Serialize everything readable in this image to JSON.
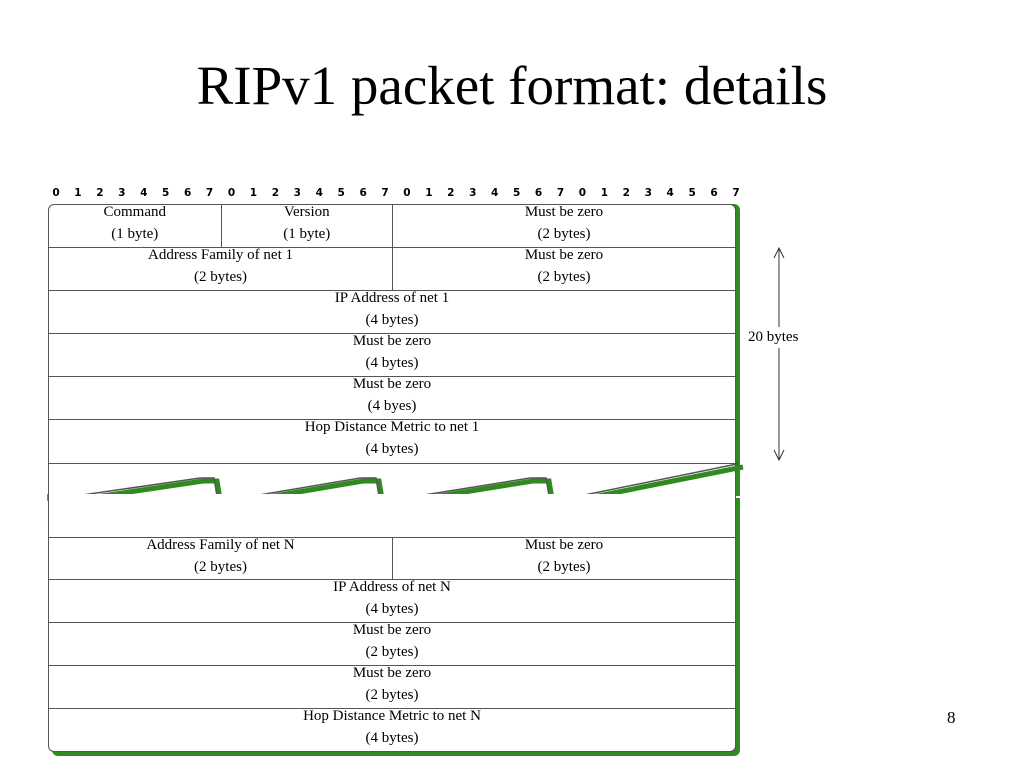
{
  "title": "RIPv1 packet format: details",
  "bit_labels": [
    "0",
    "1",
    "2",
    "3",
    "4",
    "5",
    "6",
    "7",
    "0",
    "1",
    "2",
    "3",
    "4",
    "5",
    "6",
    "7",
    "0",
    "1",
    "2",
    "3",
    "4",
    "5",
    "6",
    "7",
    "0",
    "1",
    "2",
    "3",
    "4",
    "5",
    "6",
    "7"
  ],
  "header_row": [
    {
      "label": "Command",
      "size": "(1 byte)"
    },
    {
      "label": "Version",
      "size": "(1 byte)"
    },
    {
      "label": "Must be zero",
      "size": "(2 bytes)"
    }
  ],
  "entry1": [
    [
      {
        "label": "Address Family of net 1",
        "size": "(2 bytes)"
      },
      {
        "label": "Must be zero",
        "size": "(2 bytes)"
      }
    ],
    [
      {
        "label": "IP Address of net 1",
        "size": "(4 bytes)"
      }
    ],
    [
      {
        "label": "Must be zero",
        "size": "(4 bytes)"
      }
    ],
    [
      {
        "label": "Must be zero",
        "size": "(4 byes)"
      }
    ],
    [
      {
        "label": "Hop Distance Metric to net 1",
        "size": "(4 bytes)"
      }
    ]
  ],
  "entryN": [
    [
      {
        "label": "Address Family of net N",
        "size": "(2 bytes)"
      },
      {
        "label": "Must be zero",
        "size": "(2 bytes)"
      }
    ],
    [
      {
        "label": "IP Address of net N",
        "size": "(4 bytes)"
      }
    ],
    [
      {
        "label": "Must be zero",
        "size": "(2 bytes)"
      }
    ],
    [
      {
        "label": "Must be zero",
        "size": "(2 bytes)"
      }
    ],
    [
      {
        "label": "Hop Distance Metric to net N",
        "size": "(4 bytes)"
      }
    ]
  ],
  "size_annotation": "20 bytes",
  "page_number": "8",
  "colors": {
    "shadow": "#2f8a1f",
    "border": "#555555"
  }
}
